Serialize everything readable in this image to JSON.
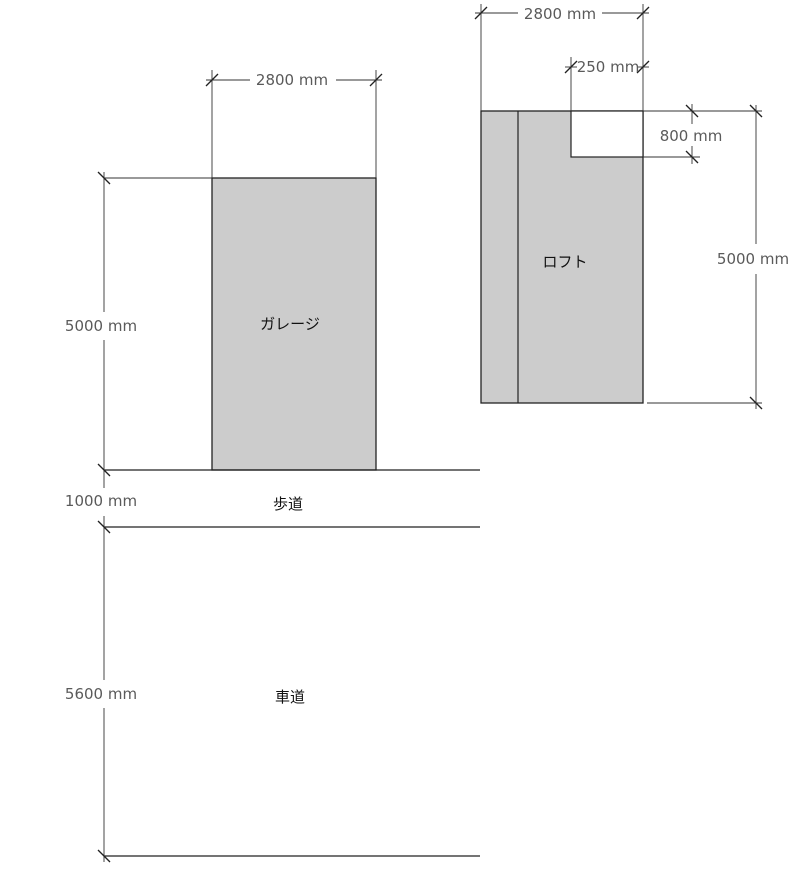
{
  "labels": {
    "garage": "ガレージ",
    "loft": "ロフト",
    "sidewalk": "歩道",
    "roadway": "車道"
  },
  "dimensions": {
    "garage_width": "2800 mm",
    "garage_depth": "5000 mm",
    "sidewalk_depth": "1000 mm",
    "roadway_depth": "5600 mm",
    "loft_width": "2800 mm",
    "loft_notch_width": "250 mm",
    "loft_notch_depth": "800 mm",
    "loft_depth": "5000 mm"
  },
  "colors": {
    "room_fill": "#cccccc",
    "line": "#222222",
    "dimension_text": "#5a5a5a"
  }
}
